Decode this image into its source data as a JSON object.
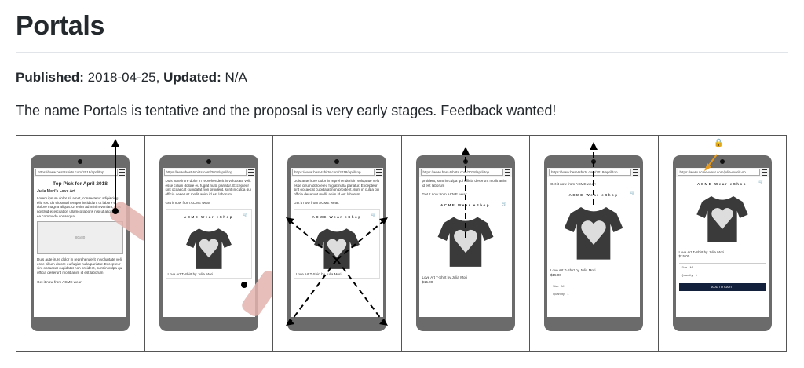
{
  "page": {
    "title": "Portals",
    "published_label": "Published:",
    "published_value": "2018-04-25,",
    "updated_label": "Updated:",
    "updated_value": "N/A",
    "description": "The name Portals is tentative and the proposal is very early stages. Feedback wanted!"
  },
  "mock": {
    "url": "https://www.best-tshirts.com/2018/april/top...",
    "url_last": "https://www.acme-wear.com/julia-mori/t-sh...",
    "heading": "Top Pick for April 2018",
    "subheading": "Julia Mori's Love Art",
    "lorem1": "Lorem ipsum dolor sit amet, consectetur adipiscing elit, sed do eiusmod tempor incididunt ut labore et dolore magna aliqua. Ut enim ad minim veniam, quis nostrud exercitation ullamco laboris nisi ut aliquip ex ea commodo consequat.",
    "image_size": "80x80",
    "lorem2": "Duis aute irure dolor in reprehenderit in voluptate velit esse cillum dolore eu fugiat nulla pariatur. Excepteur sint occaecat cupidatat non proident, sunt in culpa qui officia deserunt mollit anim id est laborum",
    "lorem2_tail": "proident, sunt in culpa qui officia deserunt mollit anim id est laborum",
    "get_it": "Get it now from ACME wear:",
    "shop_name": "ACME Wear eShop",
    "product": "Love Art T-Shirt by Julia Mori",
    "price": "$15.00",
    "size_label": "Size",
    "size_value": "M",
    "qty_label": "Quantity",
    "qty_value": "1",
    "add_to_cart": "ADD TO CART"
  }
}
